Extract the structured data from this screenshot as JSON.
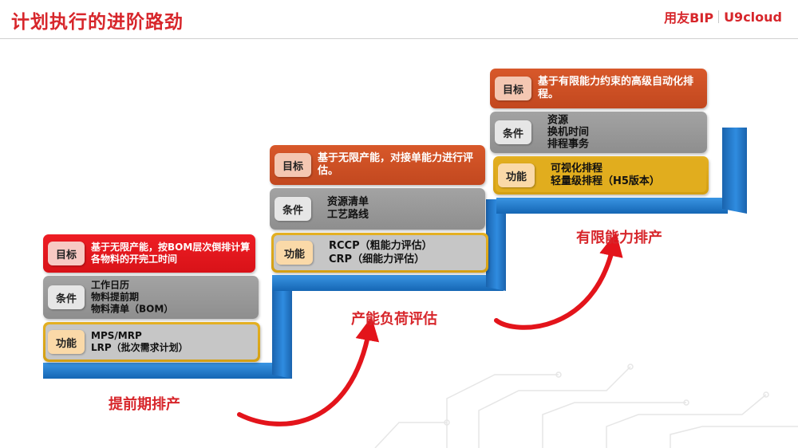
{
  "header": {
    "title": "计划执行的进阶路劲",
    "logo_left": "用友BIP",
    "logo_right": "U9cloud"
  },
  "stages": [
    {
      "name": "提前期排产",
      "goal_label": "目标",
      "goal_text": "基于无限产能，按BOM层次倒排计算各物料的开完工时间",
      "cond_label": "条件",
      "cond_lines": [
        "工作日历",
        "物料提前期",
        "物料清单（BOM）"
      ],
      "func_label": "功能",
      "func_lines": [
        "MPS/MRP",
        "LRP（批次需求计划）"
      ]
    },
    {
      "name": "产能负荷评估",
      "goal_label": "目标",
      "goal_text": "基于无限产能，对接单能力进行评估。",
      "cond_label": "条件",
      "cond_lines": [
        "资源清单",
        "工艺路线"
      ],
      "func_label": "功能",
      "func_lines": [
        "RCCP（粗能力评估）",
        "CRP（细能力评估）"
      ]
    },
    {
      "name": "有限能力排产",
      "goal_label": "目标",
      "goal_text": "基于有限能力约束的高级自动化排程。",
      "cond_label": "条件",
      "cond_lines": [
        "资源",
        "换机时间",
        "排程事务"
      ],
      "func_label": "功能",
      "func_lines": [
        "可视化排程",
        "轻量级排程（H5版本）"
      ]
    }
  ],
  "colors": {
    "accent_red": "#d7262b",
    "stair_blue": "#1e78c8",
    "goal_orange": "#c8501f",
    "goal_red": "#e8141b",
    "cond_gray": "#999999",
    "func_gold": "#dcaa1c"
  }
}
